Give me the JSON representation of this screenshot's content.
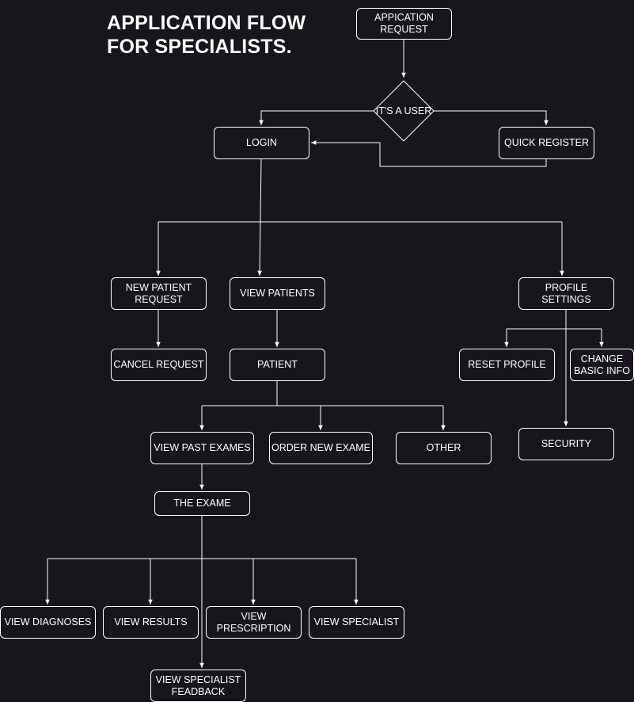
{
  "title": {
    "line1": "APPLICATION FLOW",
    "line2": "FOR SPECIALISTS."
  },
  "colors": {
    "background": "#18161b",
    "stroke": "#ffffff",
    "text": "#ffffff"
  },
  "nodes": {
    "application_request": "APPICATION\nREQUEST",
    "is_user": "IT'S A USER",
    "login": "LOGIN",
    "quick_register": "QUICK REGISTER",
    "new_patient_request": "NEW PATIENT\nREQUEST",
    "view_patients": "VIEW PATIENTS",
    "profile_settings": "PROFILE SETTINGS",
    "cancel_request": "CANCEL REQUEST",
    "patient": "PATIENT",
    "reset_profile": "RESET PROFILE",
    "change_basic_info": "CHANGE\nBASIC INFO",
    "security": "SECURITY",
    "view_past_exames": "VIEW PAST EXAMES",
    "order_new_exame": "ORDER NEW EXAME",
    "other": "OTHER",
    "the_exame": "THE EXAME",
    "view_diagnoses": "VIEW DIAGNOSES",
    "view_results": "VIEW RESULTS",
    "view_prescription": "VIEW\nPRESCRIPTION",
    "view_specialist": "VIEW SPECIALIST",
    "view_specialist_feedback": "VIEW SPECIALIST\nFEADBACK"
  }
}
